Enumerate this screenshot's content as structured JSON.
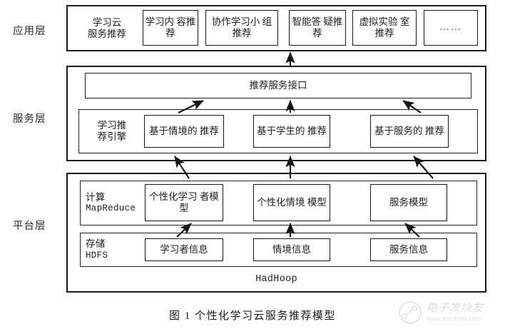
{
  "figure": {
    "caption": "图 1    个性化学习云服务推荐模型"
  },
  "layers": {
    "application": {
      "label": "应用层",
      "anchor_label": "学习云\n服务推荐",
      "items": [
        {
          "label": "学习内\n容推荐"
        },
        {
          "label": "协作学习小\n组推荐"
        },
        {
          "label": "智能答\n疑推荐"
        },
        {
          "label": "虚拟实验\n室推荐"
        },
        {
          "label": "……"
        }
      ]
    },
    "service": {
      "label": "服务层",
      "interface_label": "推荐服务接口",
      "engine_label": "学习推\n荐引擎",
      "items": [
        {
          "label": "基于情境的\n推荐"
        },
        {
          "label": "基于学生的\n推荐"
        },
        {
          "label": "基于服务的\n推荐"
        }
      ]
    },
    "platform": {
      "label": "平台层",
      "compute_label": "计算",
      "compute_tech": "MapReduce",
      "storage_label": "存储",
      "storage_tech": "HDFS",
      "framework_label": "HadHoop",
      "compute_items": [
        {
          "label": "个性化学习\n者模型"
        },
        {
          "label": "个性化情境\n模型"
        },
        {
          "label": "服务模型"
        }
      ],
      "storage_items": [
        {
          "label": "学习者信息"
        },
        {
          "label": "情境信息"
        },
        {
          "label": "服务信息"
        }
      ]
    }
  },
  "watermark": {
    "brand": "电子发烧友",
    "url": "www.elecfans.com"
  },
  "colors": {
    "stroke": "#181818",
    "background": "#ffffff",
    "text": "#202020"
  }
}
